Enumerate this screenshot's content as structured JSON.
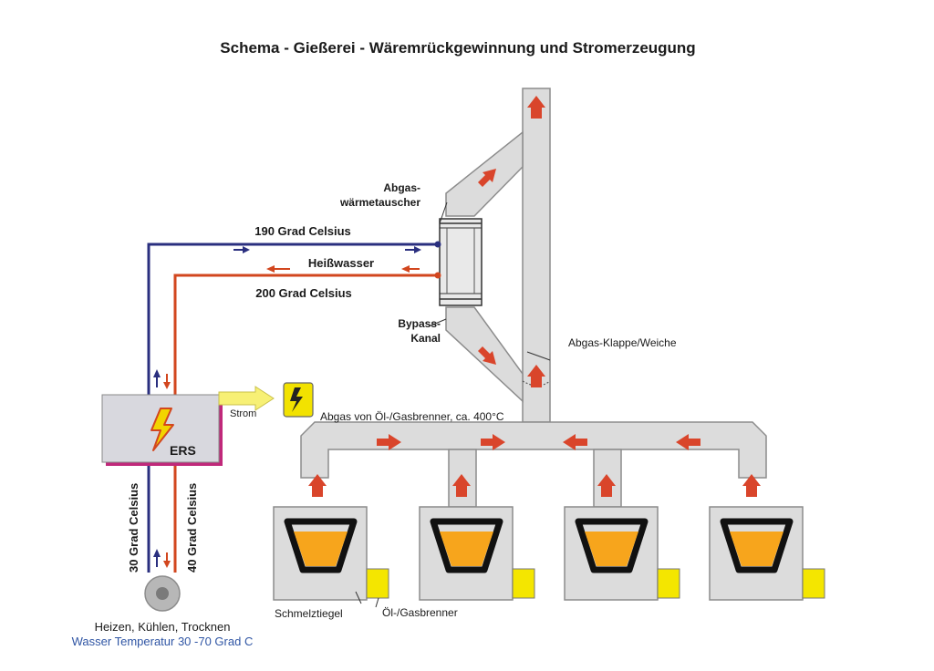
{
  "title": "Schema - Gießerei - Wäremrückgewinnung und Stromerzeugung",
  "labels": {
    "heat_exchanger_line1": "Abgas-",
    "heat_exchanger_line2": "wärmetauscher",
    "temp_190": "190 Grad Celsius",
    "hot_water": "Heißwasser",
    "temp_200": "200 Grad Celsius",
    "bypass_line1": "Bypass-",
    "bypass_line2": "Kanal",
    "damper": "Abgas-Klappe/Weiche",
    "exhaust_gas": "Abgas von Öl-/Gasbrenner, ca. 400°C",
    "power": "Strom",
    "ers": "ERS",
    "temp_30": "30 Grad Celsius",
    "temp_40": "40 Grad Celsius",
    "crucible": "Schmelztiegel",
    "burner": "Öl-/Gasbrenner",
    "usage": "Heizen, Kühlen, Trocknen",
    "water_temp": "Wasser Temperatur 30 -70 Grad C"
  },
  "colors": {
    "duct_fill": "#dcdcdc",
    "duct_stroke": "#8c8c8c",
    "arrow": "#d9452b",
    "cold_pipe": "#2a2f7f",
    "hot_pipe": "#d2461e",
    "molten_metal": "#f7a51c",
    "burner": "#f4e600",
    "ers_box": "#d8d8de",
    "ers_shadow": "#c0287a",
    "power_symbol": "#f2e200",
    "water_temp_text": "#2f55a4"
  },
  "icons": [
    "lightning-icon",
    "pump-icon",
    "flow-arrow-icon"
  ]
}
